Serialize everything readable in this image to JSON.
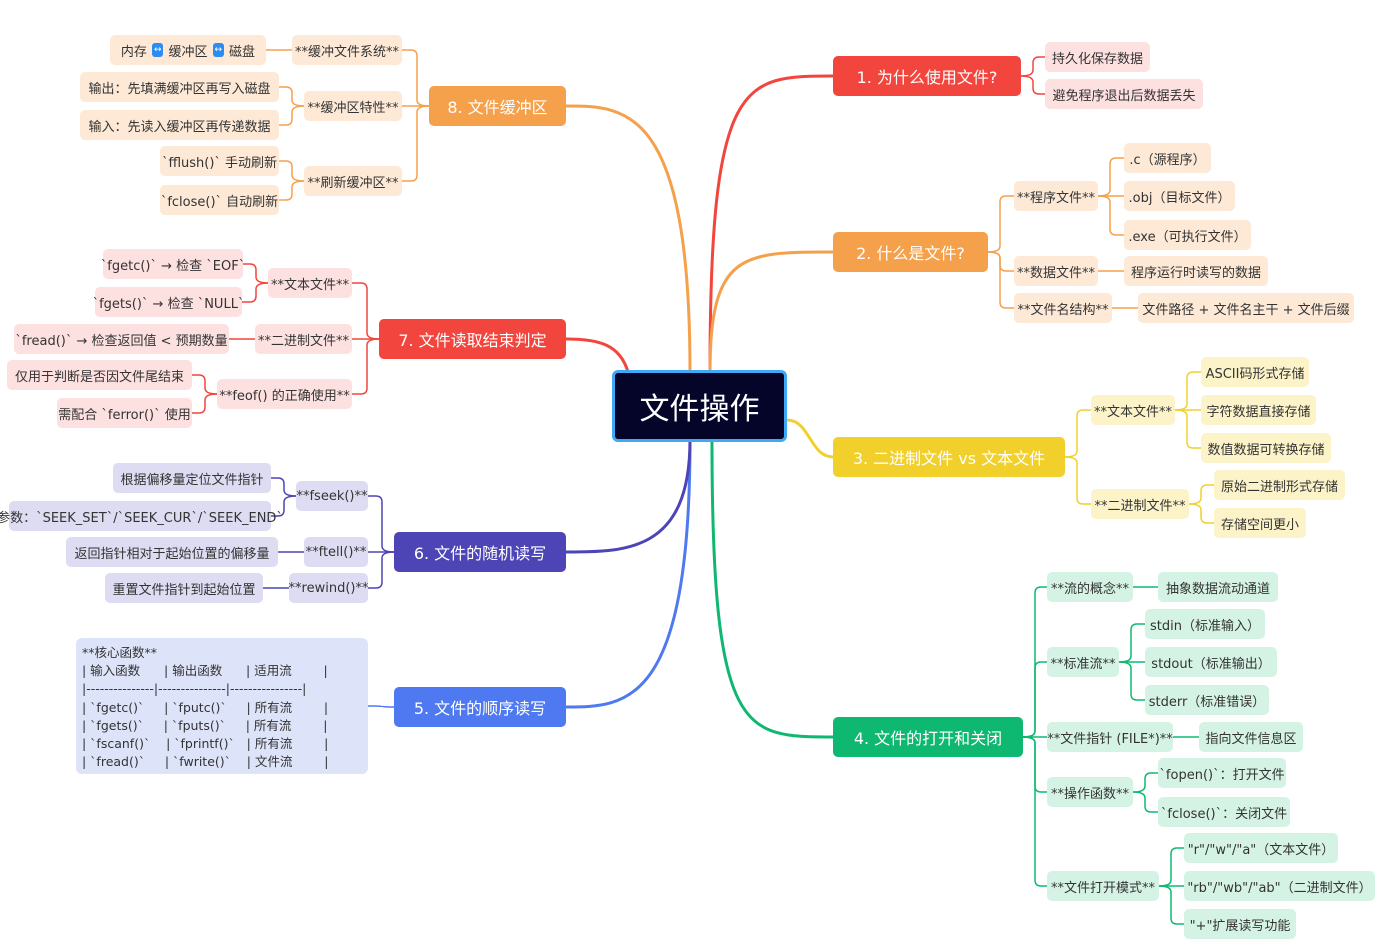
{
  "center": "文件操作",
  "colors": {
    "b1": "#f2453d",
    "b2": "#f5a04b",
    "b3": "#f2d02c",
    "b4": "#0fb870",
    "b5": "#4f79f0",
    "b6": "#4d45b5",
    "b7": "#f2453d",
    "b8": "#f5a04b"
  },
  "b1": {
    "title": "1. 为什么使用文件?",
    "leaves": [
      "持久化保存数据",
      "避免程序退出后数据丢失"
    ]
  },
  "b2": {
    "title": "2. 什么是文件?",
    "s1": {
      "label": "**程序文件**",
      "leaves": [
        ".c（源程序）",
        ".obj（目标文件）",
        ".exe（可执行文件）"
      ]
    },
    "s2": {
      "label": "**数据文件**",
      "leaf": "程序运行时读写的数据"
    },
    "s3": {
      "label": "**文件名结构**",
      "leaf": "文件路径 + 文件名主干 + 文件后缀"
    }
  },
  "b3": {
    "title": "3. 二进制文件 vs 文本文件",
    "s1": {
      "label": "**文本文件**",
      "leaves": [
        "ASCII码形式存储",
        "字符数据直接存储",
        "数值数据可转换存储"
      ]
    },
    "s2": {
      "label": "**二进制文件**",
      "leaves": [
        "原始二进制形式存储",
        "存储空间更小"
      ]
    }
  },
  "b4": {
    "title": "4. 文件的打开和关闭",
    "s1": {
      "label": "**流的概念**",
      "leaf": "抽象数据流动通道"
    },
    "s2": {
      "label": "**标准流**",
      "leaves": [
        "stdin（标准输入）",
        "stdout（标准输出）",
        "stderr（标准错误）"
      ]
    },
    "s3": {
      "label": "**文件指针 (FILE*)**",
      "leaf": "指向文件信息区"
    },
    "s4": {
      "label": "**操作函数**",
      "leaves": [
        "`fopen()`：打开文件",
        "`fclose()`：关闭文件"
      ]
    },
    "s5": {
      "label": "**文件打开模式**",
      "leaves": [
        "\"r\"/\"w\"/\"a\"（文本文件）",
        "\"rb\"/\"wb\"/\"ab\"（二进制文件）",
        "\"+\"扩展读写功能"
      ]
    }
  },
  "b5": {
    "title": "5. 文件的顺序读写",
    "table": [
      "**核心函数**",
      "| 输入函数      | 输出函数      | 适用流        |",
      "|---------------|---------------|----------------|",
      "| `fgetc()`     | `fputc()`     | 所有流        |",
      "| `fgets()`     | `fputs()`     | 所有流        |",
      "| `fscanf()`    | `fprintf()`   | 所有流        |",
      "| `fread()`     | `fwrite()`    | 文件流        |"
    ]
  },
  "b6": {
    "title": "6. 文件的随机读写",
    "s1": {
      "label": "**fseek()**",
      "leaves": [
        "根据偏移量定位文件指针",
        "参数：`SEEK_SET`/`SEEK_CUR`/`SEEK_END`"
      ]
    },
    "s2": {
      "label": "**ftell()**",
      "leaf": "返回指针相对于起始位置的偏移量"
    },
    "s3": {
      "label": "**rewind()**",
      "leaf": "重置文件指针到起始位置"
    }
  },
  "b7": {
    "title": "7. 文件读取结束判定",
    "s1": {
      "label": "**文本文件**",
      "leaves": [
        "`fgetc()` → 检查 `EOF`",
        "`fgets()` → 检查 `NULL`"
      ]
    },
    "s2": {
      "label": "**二进制文件**",
      "leaf": "`fread()` → 检查返回值 < 预期数量"
    },
    "s3": {
      "label": "**feof() 的正确使用**",
      "leaves": [
        "仅用于判断是否因文件尾结束",
        "需配合 `ferror()` 使用"
      ]
    }
  },
  "b8": {
    "title": "8. 文件缓冲区",
    "s1": {
      "label": "**缓冲文件系统**",
      "parts": [
        "内存",
        "缓冲区",
        "磁盘"
      ],
      "arrow": "↔"
    },
    "s2": {
      "label": "**缓冲区特性**",
      "leaves": [
        "输出：先填满缓冲区再写入磁盘",
        "输入：先读入缓冲区再传递数据"
      ]
    },
    "s3": {
      "label": "**刷新缓冲区**",
      "leaves": [
        "`fflush()` 手动刷新",
        "`fclose()` 自动刷新"
      ]
    }
  }
}
